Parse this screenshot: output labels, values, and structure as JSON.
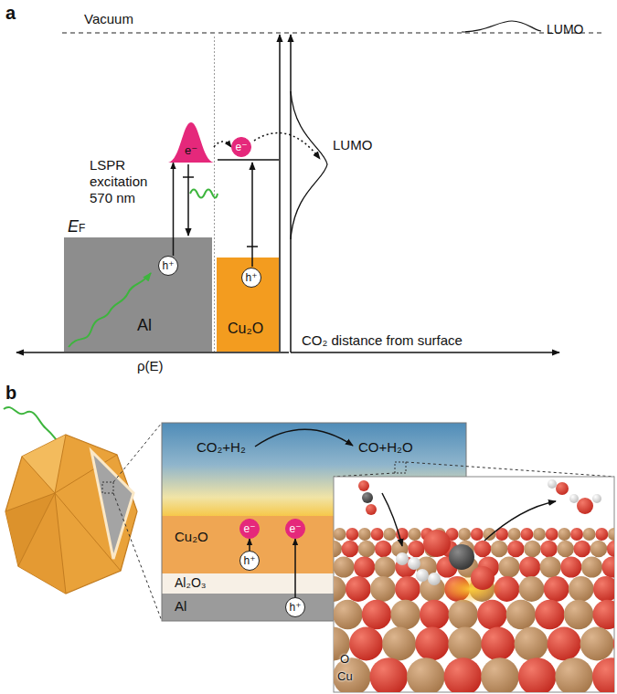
{
  "diagram": {
    "nodes": [
      {
        "text": [
          "Al"
        ]
      },
      {
        "text": [
          "h⁺"
        ],
        "in": 0
      },
      {
        "text": [
          "Cu₂O"
        ]
      },
      {
        "text": [
          "h⁺"
        ],
        "in": 2
      },
      {
        "text": [
          "e⁻"
        ]
      },
      {
        "text": [
          "e⁻"
        ]
      },
      {
        "text": [
          "CO₂+H₂",
          "CO+H₂O"
        ]
      },
      {
        "text": [
          "Cu₂O"
        ]
      },
      {
        "text": [
          "e⁻"
        ],
        "in": 7
      },
      {
        "text": [
          "e⁻"
        ],
        "in": 7
      },
      {
        "text": [
          "h⁺"
        ],
        "in": 7
      },
      {
        "text": [
          "Al₂O₃"
        ]
      },
      {
        "text": [
          "Al"
        ]
      },
      {
        "text": [
          "h⁺"
        ],
        "in": 12
      }
    ],
    "edges": [
      {
        "from": 1,
        "to": 4,
        "arrow": "to"
      },
      {
        "from": 4,
        "to": 5,
        "arrow": "to"
      },
      {
        "from": 10,
        "to": 8,
        "arrow": "to"
      },
      {
        "from": 13,
        "to": 9,
        "arrow": "to"
      }
    ],
    "labels": [
      "a",
      "Vacuum",
      "LUMO",
      "LSPR excitation 570 nm",
      "EF",
      "LUMO",
      "CO₂ distance from surface",
      "ρ(E)",
      "b",
      "O",
      "Cu"
    ]
  }
}
